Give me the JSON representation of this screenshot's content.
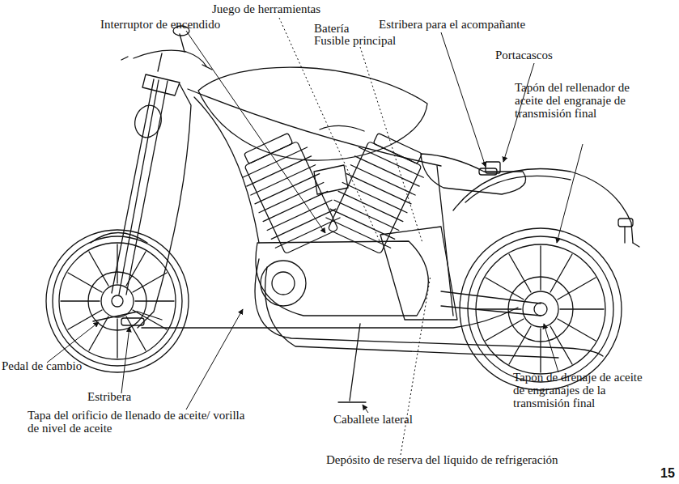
{
  "diagram": {
    "labels": [
      "Juego de herramientas",
      "Batería",
      "Fusible principal",
      "Interruptor de encendido",
      "Estribera para el acompañante",
      "Portacascos",
      "Tapón del rellenador de aceite del engranaje de transmisión final",
      "Pedal de cambio",
      "Estribera",
      "Tapa del orificio de llenado de aceite/ vorilla de nivel de aceite",
      "Caballete lateral",
      "Tapón de drenaje de aceite de engranajes de la transmisión final",
      "Depósito de reserva del líquido de refrigeración",
      "15"
    ]
  }
}
